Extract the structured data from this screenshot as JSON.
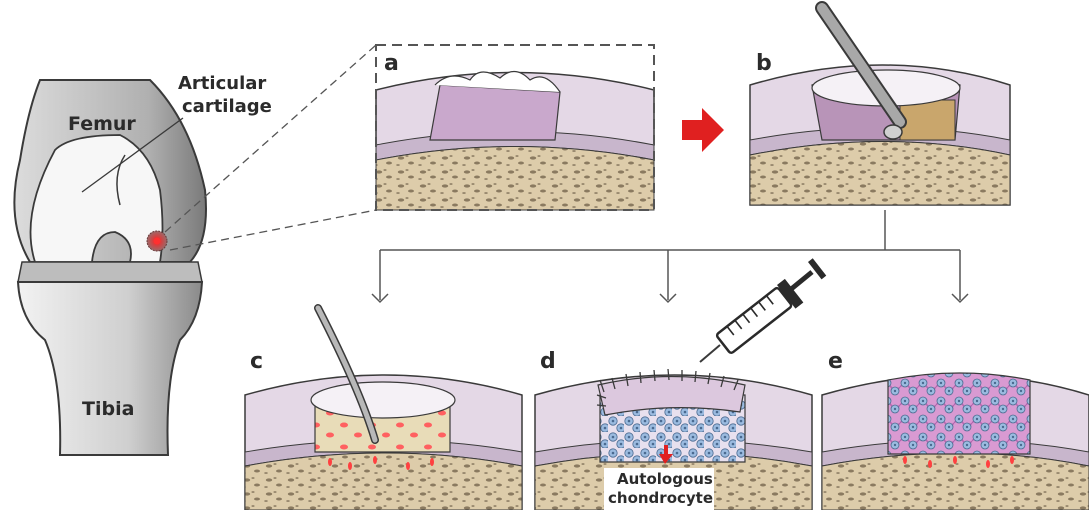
{
  "knee": {
    "femur_label": "Femur",
    "cartilage_label_line1": "Articular",
    "cartilage_label_line2": "cartilage",
    "tibia_label": "Tibia"
  },
  "panels": {
    "a": "a",
    "b": "b",
    "c": "c",
    "d": "d",
    "e": "e"
  },
  "callout": {
    "line1": "Autologous",
    "line2": "chondrocyte"
  },
  "colors": {
    "arrow": "#e02020",
    "cartilage": "#d9cbdc",
    "bone": "#d8c6a4",
    "cells": "#8fb3d6",
    "outline": "#3a3a3a"
  }
}
